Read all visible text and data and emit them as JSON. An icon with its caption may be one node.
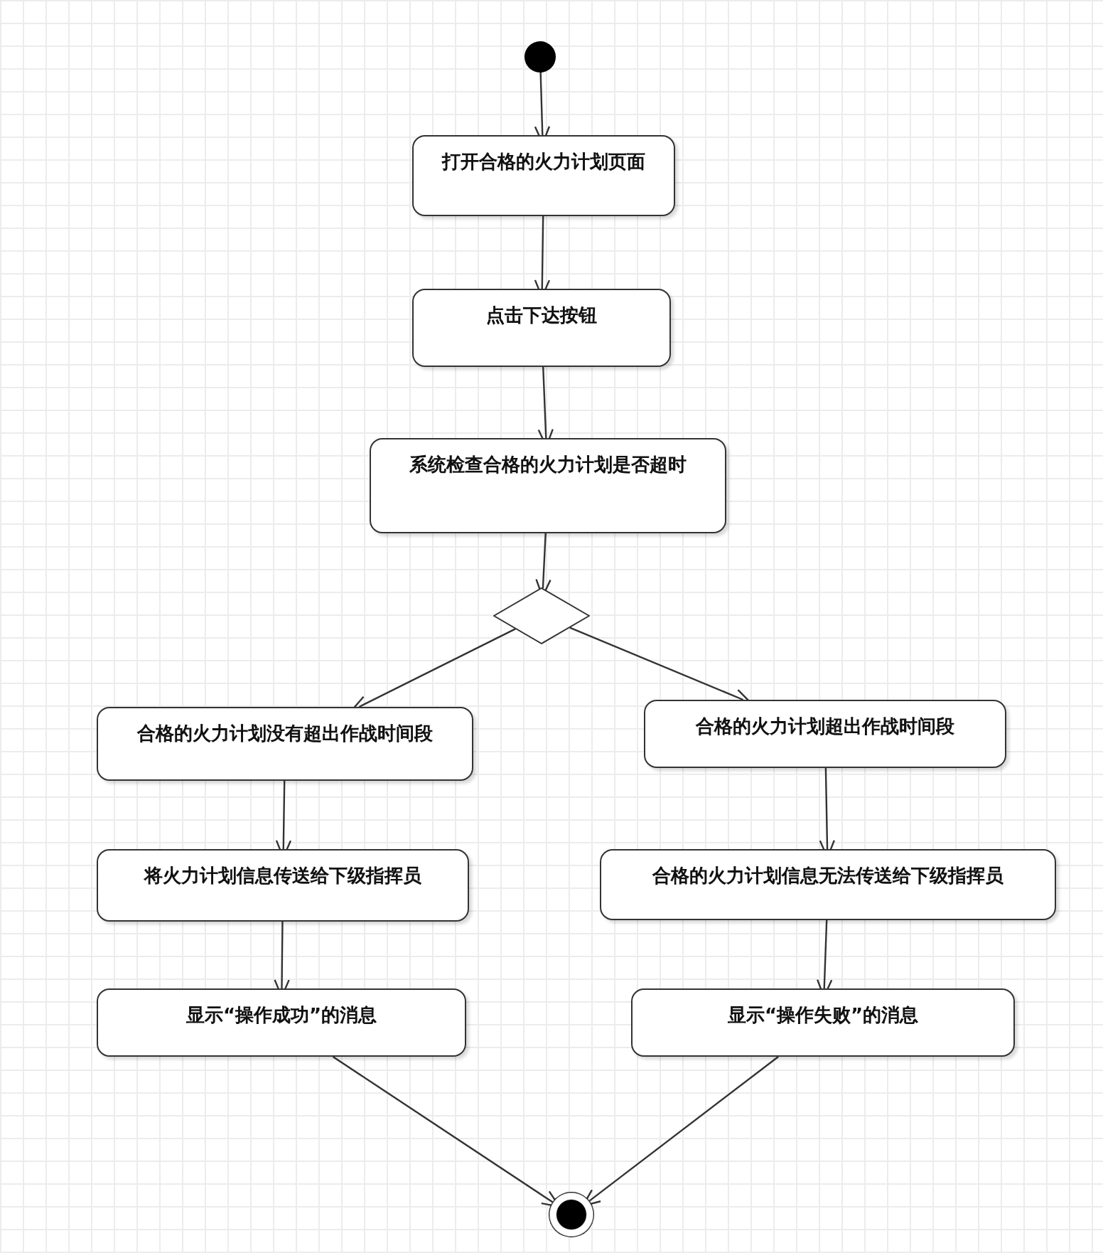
{
  "diagram": {
    "nodes": [
      {
        "text": [],
        "shape": "circle"
      },
      {
        "text": [
          "打开合格的火力计划页面"
        ]
      },
      {
        "text": [
          "点击下达按钮"
        ]
      },
      {
        "text": [
          "系统检查合格的火力计划是否超时"
        ]
      },
      {
        "text": [],
        "shape": "diamond"
      },
      {
        "text": [
          "合格的火力计划没有超出作战时间段"
        ]
      },
      {
        "text": [
          "合格的火力计划超出作战时间段"
        ]
      },
      {
        "text": [
          "将火力计划信息传送给下级指挥员"
        ]
      },
      {
        "text": [
          "合格的火力计划信息无法传送给下级指挥员"
        ]
      },
      {
        "text": [
          "显示“操作成功”的消息"
        ]
      },
      {
        "text": [
          "显示“操作失败”的消息"
        ]
      },
      {
        "text": [],
        "shape": "circle"
      }
    ],
    "edges": [
      {
        "from": 0,
        "to": 1,
        "arrow": "to"
      },
      {
        "from": 1,
        "to": 2,
        "arrow": "to"
      },
      {
        "from": 2,
        "to": 3,
        "arrow": "to"
      },
      {
        "from": 3,
        "to": 4,
        "arrow": "to"
      },
      {
        "from": 4,
        "to": 5,
        "arrow": "to"
      },
      {
        "from": 4,
        "to": 6,
        "arrow": "to"
      },
      {
        "from": 5,
        "to": 7,
        "arrow": "to"
      },
      {
        "from": 6,
        "to": 8,
        "arrow": "to"
      },
      {
        "from": 7,
        "to": 9,
        "arrow": "to"
      },
      {
        "from": 8,
        "to": 10,
        "arrow": "to"
      },
      {
        "from": 9,
        "to": 11,
        "arrow": "to"
      },
      {
        "from": 10,
        "to": 11,
        "arrow": "to"
      }
    ]
  }
}
